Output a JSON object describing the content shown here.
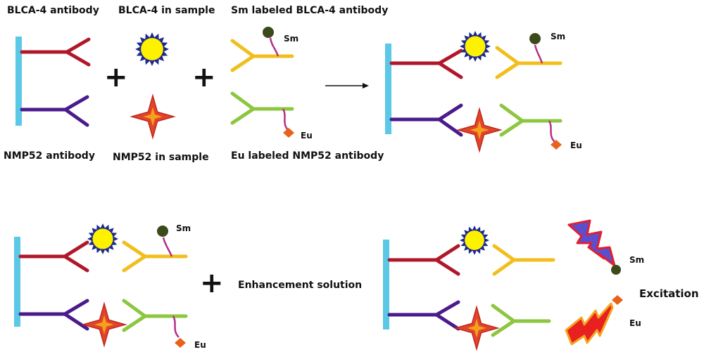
{
  "labels": {
    "blca4_antibody": "BLCA-4 antibody",
    "blca4_in_sample": "BLCA-4 in sample",
    "sm_labeled_antibody": "Sm labeled BLCA-4 antibody",
    "nmp52_antibody": "NMP52 antibody",
    "nmp52_in_sample": "NMP52 in sample",
    "eu_labeled_antibody": "Eu labeled NMP52 antibody",
    "enhancement_solution": "Enhancement solution",
    "excitation": "Excitation",
    "sm": "Sm",
    "eu": "Eu",
    "plus": "+"
  },
  "colors": {
    "solid_support": "#5BC8E6",
    "blca4_antibody": "#B0182A",
    "nmp52_antibody": "#4B1A8C",
    "sm_antibody": "#F2BE1E",
    "eu_antibody": "#8DC63F",
    "linker": "#B4308A",
    "sm_label": "#3A4A1A",
    "eu_label": "#E8621C",
    "sun_fill": "#FFF200",
    "sun_outline": "#1E2A8C",
    "star_fill": "#E0452B",
    "star_core": "#F5A11E",
    "bolt_sm_fill": "#5B4FD0",
    "bolt_sm_outline": "#E0202E",
    "bolt_eu_fill": "#E82020",
    "bolt_eu_outline": "#F5A41E"
  }
}
